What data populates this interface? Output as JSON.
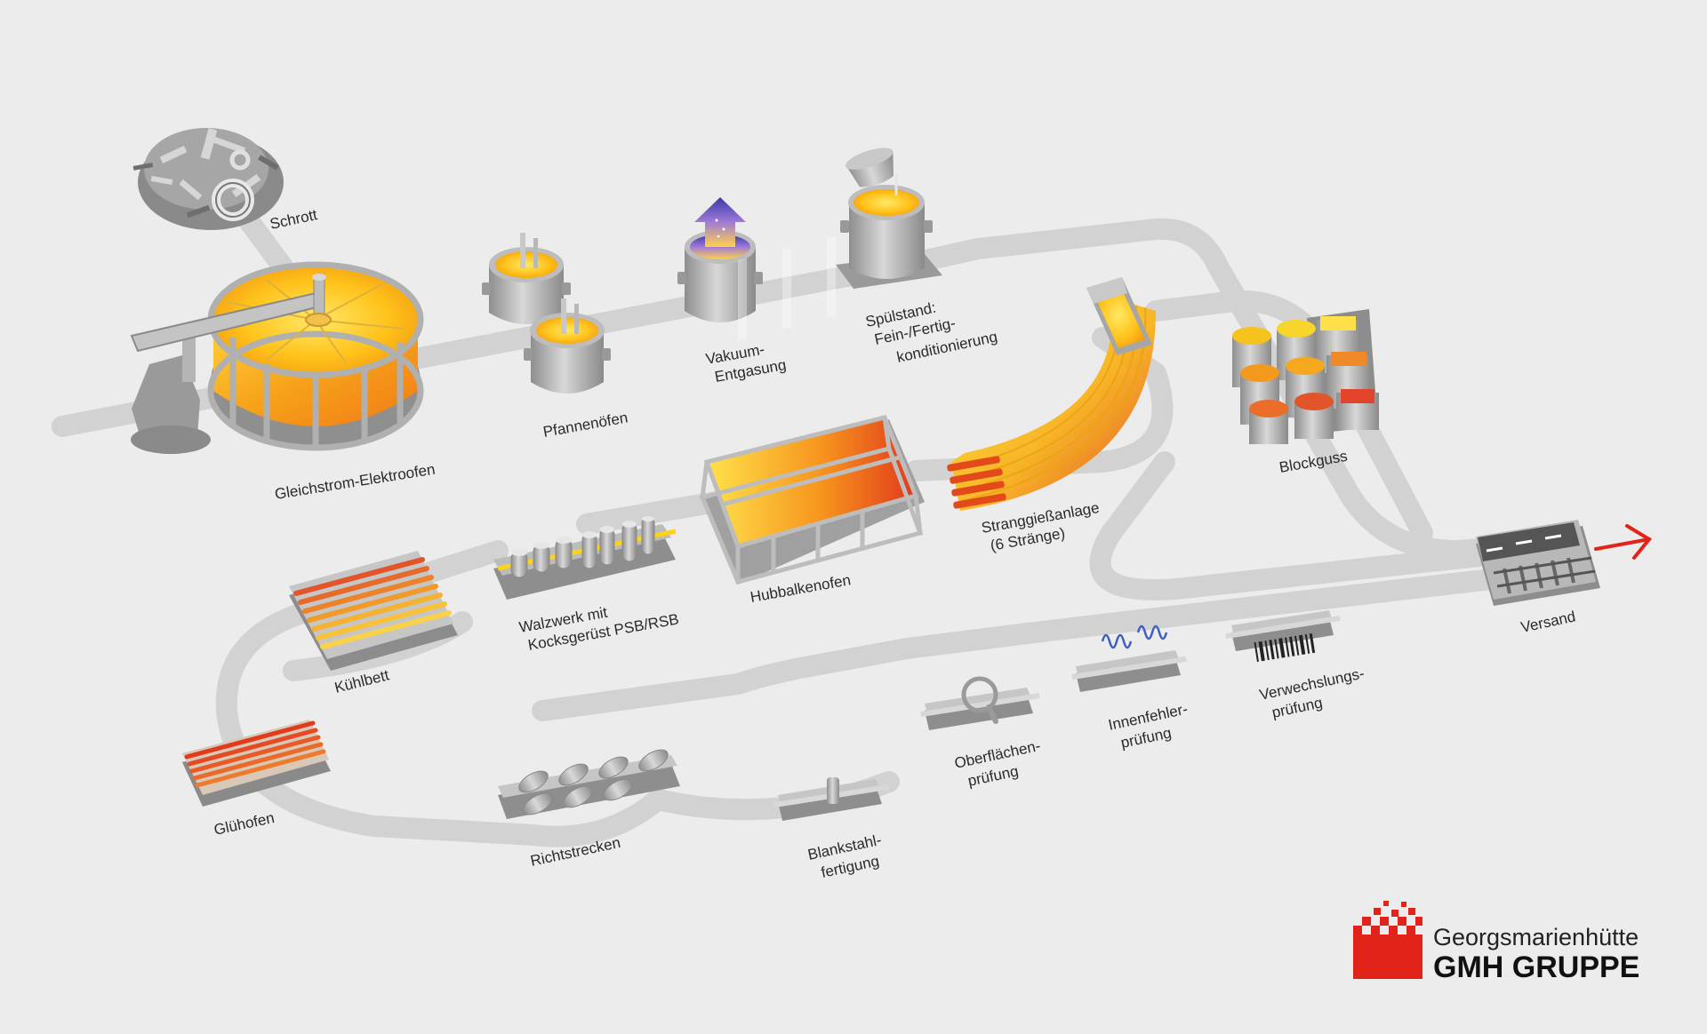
{
  "colors": {
    "background": "#ececec",
    "track": "#d2d2d2",
    "steel": "#a8a8a8",
    "molten_yellow": "#ffd21a",
    "molten_orange": "#f58220",
    "molten_red": "#e23b1c",
    "brand_red": "#e2231a"
  },
  "stations": {
    "schrott": "Schrott",
    "elektroofen": "Gleichstrom-Elektroofen",
    "pfannenoefen": "Pfannenöfen",
    "vakuum_1": "Vakuum-",
    "vakuum_2": "Entgasung",
    "spuelstand_1": "Spülstand:",
    "spuelstand_2": "Fein-/Fertig-",
    "spuelstand_3": "konditionierung",
    "strangguss_1": "Stranggießanlage",
    "strangguss_2": "(6 Stränge)",
    "blockguss": "Blockguss",
    "hubbalkenofen": "Hubbalkenofen",
    "walzwerk_1": "Walzwerk mit",
    "walzwerk_2": "Kocksgerüst PSB/RSB",
    "kuehlbett": "Kühlbett",
    "gluehofen": "Glühofen",
    "richtstrecken": "Richtstrecken",
    "blankstahl_1": "Blankstahl-",
    "blankstahl_2": "fertigung",
    "oberflaeche_1": "Oberflächen-",
    "oberflaeche_2": "prüfung",
    "innenfehler_1": "Innenfehler-",
    "innenfehler_2": "prüfung",
    "verwechslung_1": "Verwechslungs-",
    "verwechslung_2": "prüfung",
    "versand": "Versand"
  },
  "icons": [
    "scrap-pile-icon",
    "ladle-icon",
    "vacuum-arrow-icon",
    "magnifier-icon",
    "ultrasonic-wave-icon",
    "barcode-icon",
    "shipping-arrow-icon"
  ],
  "logo": {
    "name": "Georgsmarienhütte",
    "group": "GMH GRUPPE"
  }
}
